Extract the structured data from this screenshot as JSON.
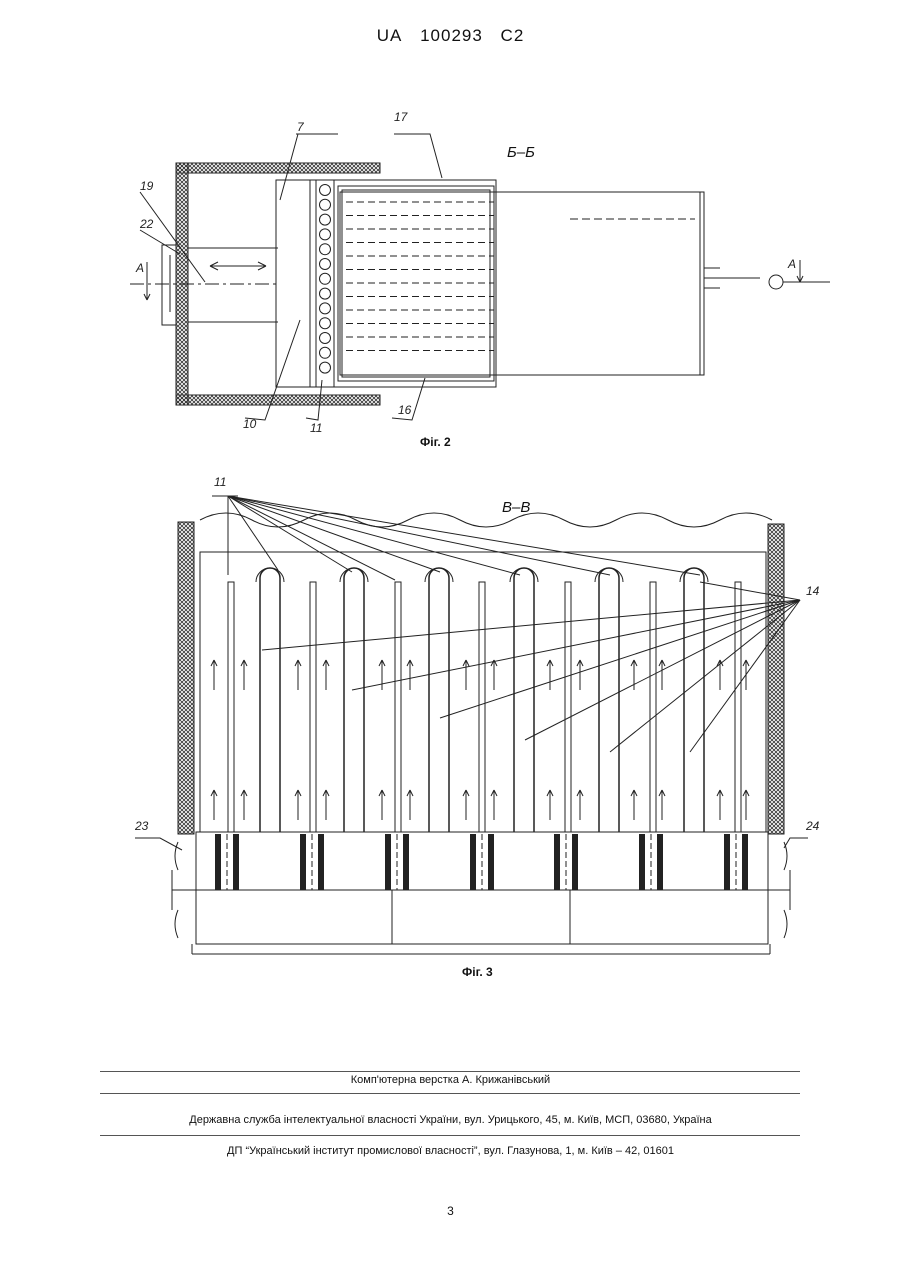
{
  "header": {
    "country": "UA",
    "number": "100293",
    "kind": "C2"
  },
  "fig2": {
    "caption": "Фіг. 2",
    "section_label": "Б–Б",
    "labels": {
      "l7": "7",
      "l17": "17",
      "l19": "19",
      "l22": "22",
      "l10": "10",
      "l11": "11",
      "l16": "16",
      "lA_left": "А",
      "lA_right": "А"
    }
  },
  "fig3": {
    "caption": "Фіг. 3",
    "section_label": "В–В",
    "labels": {
      "l11": "11",
      "l14": "14",
      "l23": "23",
      "l24": "24"
    }
  },
  "footer": {
    "layout_credit": "Комп'ютерна верстка А. Крижанівський",
    "office": "Державна служба інтелектуальної власності України, вул. Урицького, 45, м. Київ, МСП, 03680, Україна",
    "institute": "ДП “Український інститут промислової власності”, вул. Глазунова, 1, м. Київ – 42, 01601"
  },
  "page_number": "3"
}
